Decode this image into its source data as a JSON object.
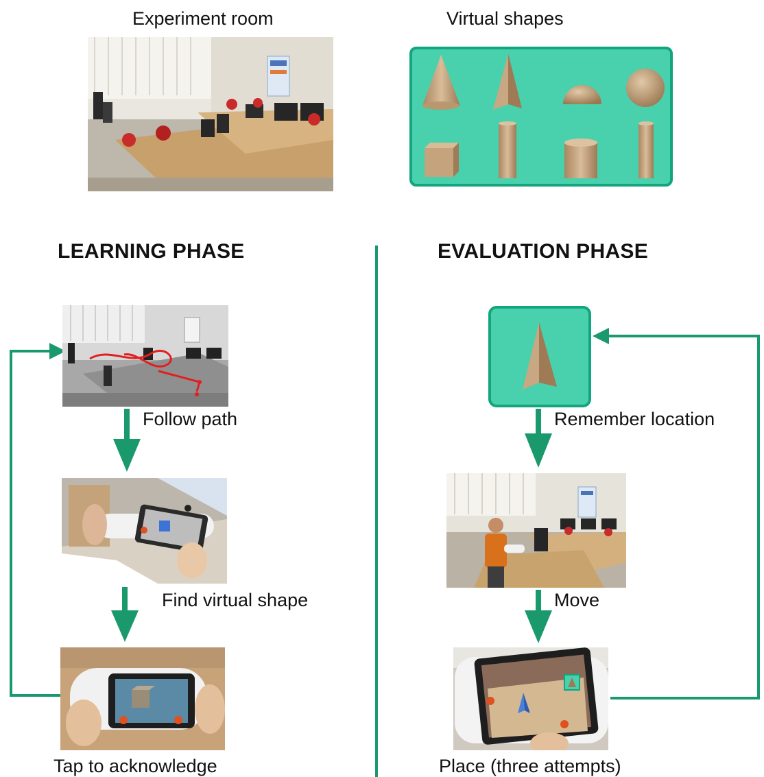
{
  "top": {
    "room_caption": "Experiment room",
    "shapes_caption": "Virtual shapes",
    "shapes": [
      "cone",
      "pyramid",
      "hemisphere",
      "sphere",
      "cube",
      "tall-cylinder",
      "short-cylinder",
      "thin-cylinder"
    ]
  },
  "learning": {
    "heading": "LEARNING PHASE",
    "steps": [
      {
        "label": "Follow path"
      },
      {
        "label": "Find virtual shape"
      },
      {
        "label": "Tap to acknowledge"
      }
    ]
  },
  "evaluation": {
    "heading": "EVALUATION PHASE",
    "steps": [
      {
        "label": "Remember  location"
      },
      {
        "label": "Move"
      },
      {
        "label": "Place (three attempts)"
      }
    ]
  },
  "colors": {
    "accent": "#1a9a6c",
    "panel_fill": "#49d1ad",
    "panel_border": "#12a57e",
    "path_red": "#e02020",
    "wood": "#c9a88a"
  }
}
